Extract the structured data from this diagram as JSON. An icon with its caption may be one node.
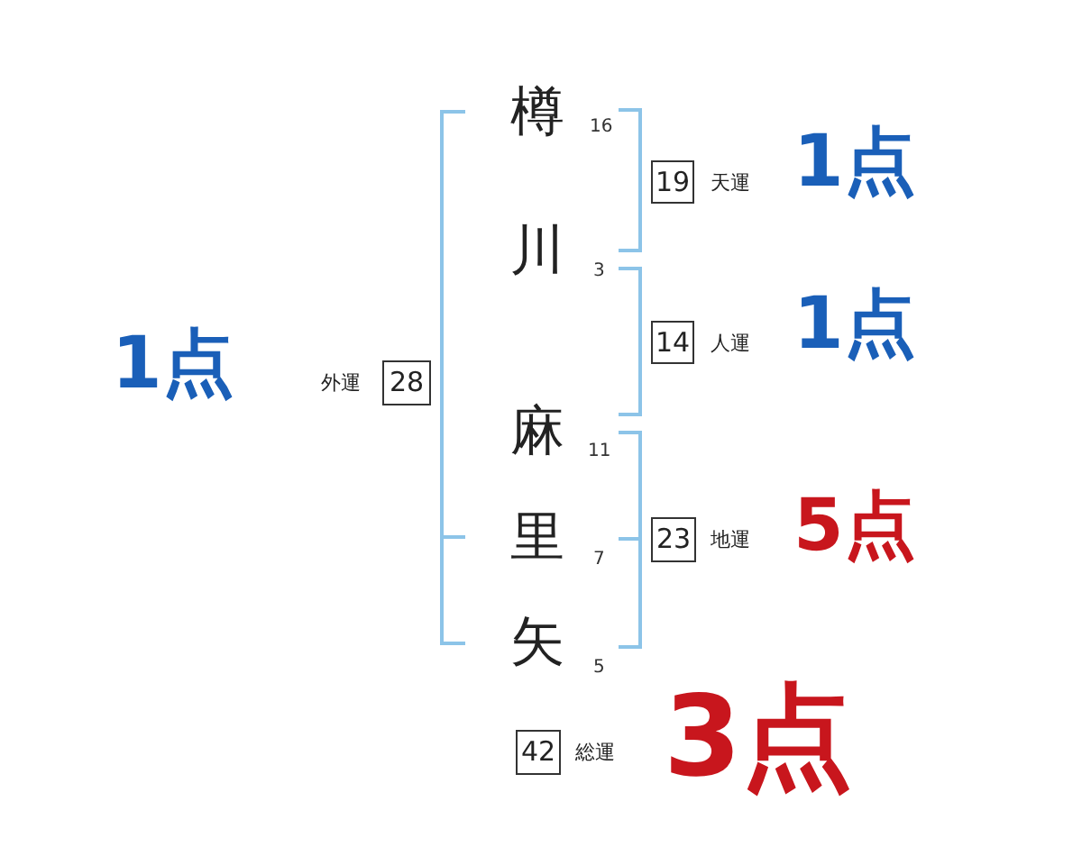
{
  "diagram": {
    "nodes": [
      {
        "text": [
          "19"
        ],
        "beside": [
          "天運",
          "1点"
        ]
      },
      {
        "text": [
          "14"
        ],
        "beside": [
          "人運",
          "1点"
        ]
      },
      {
        "text": [
          "28"
        ],
        "beside": [
          "外運",
          "1点"
        ]
      },
      {
        "text": [
          "23"
        ],
        "beside": [
          "地運",
          "5点"
        ]
      },
      {
        "text": [
          "42"
        ],
        "beside": [
          "総運",
          "3点"
        ]
      }
    ],
    "labels": [
      "樽",
      "16",
      "川",
      "3",
      "麻",
      "11",
      "里",
      "7",
      "矢",
      "5"
    ]
  }
}
